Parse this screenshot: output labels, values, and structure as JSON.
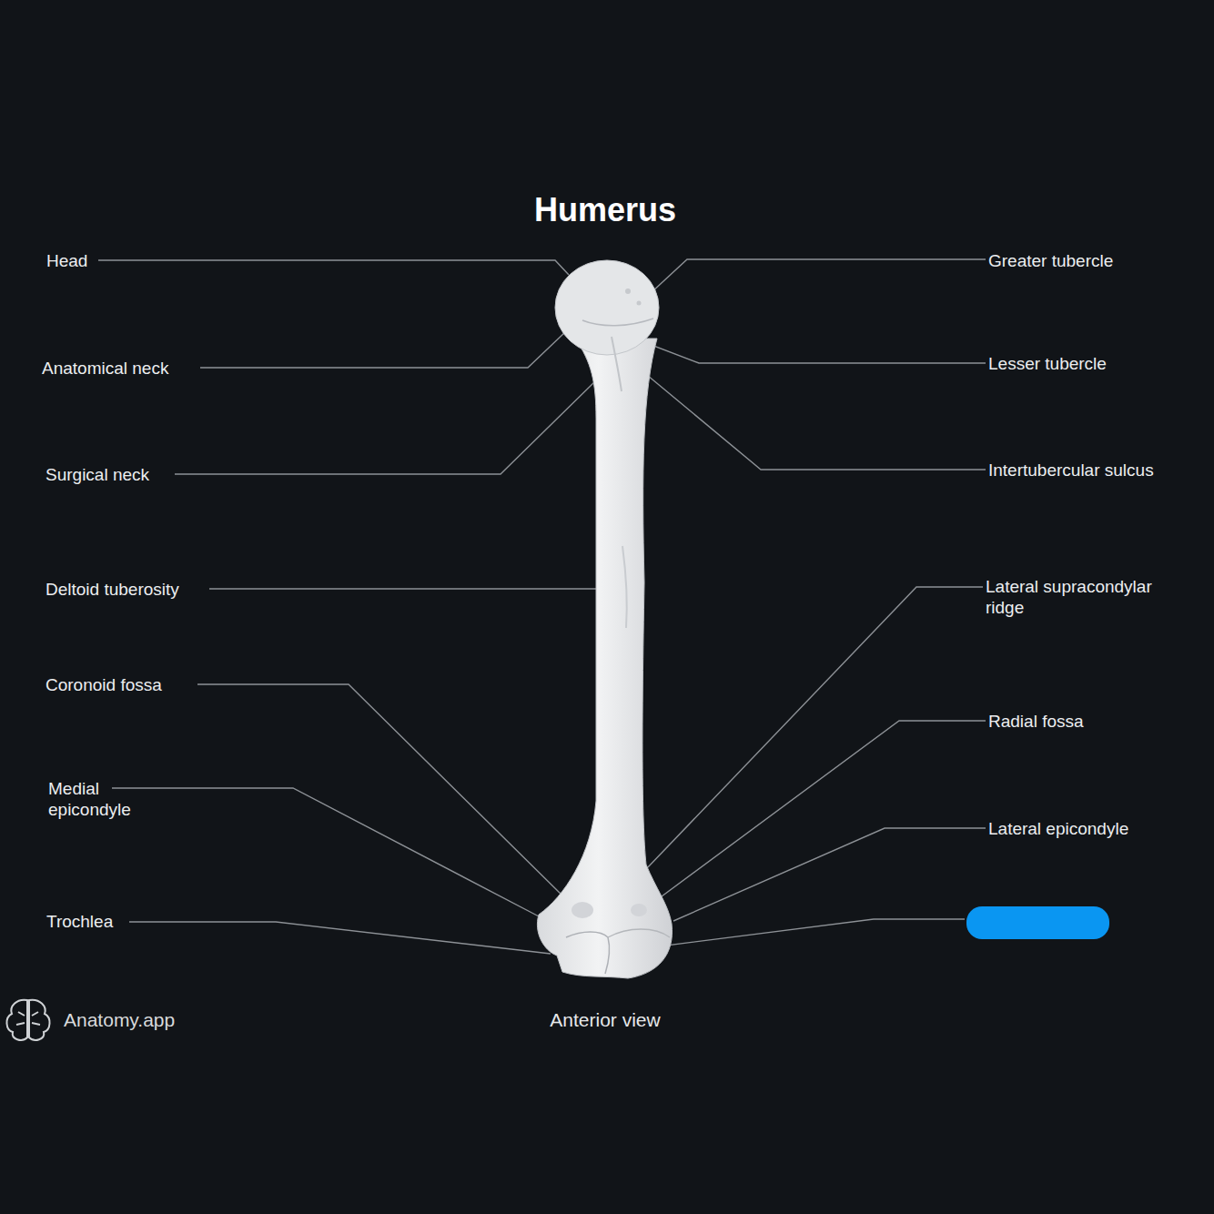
{
  "diagram": {
    "title": "Humerus",
    "caption": "Anterior view",
    "labels": [
      "Head",
      "Anatomical neck",
      "Surgical neck",
      "Deltoid tuberosity",
      "Coronoid fossa",
      "Medial epicondyle",
      "Trochlea",
      "Greater tubercle",
      "Lesser tubercle",
      "Intertubercular sulcus",
      "Lateral supracondylar ridge",
      "Radial fossa",
      "Lateral epicondyle",
      "Anatomy.app"
    ]
  }
}
